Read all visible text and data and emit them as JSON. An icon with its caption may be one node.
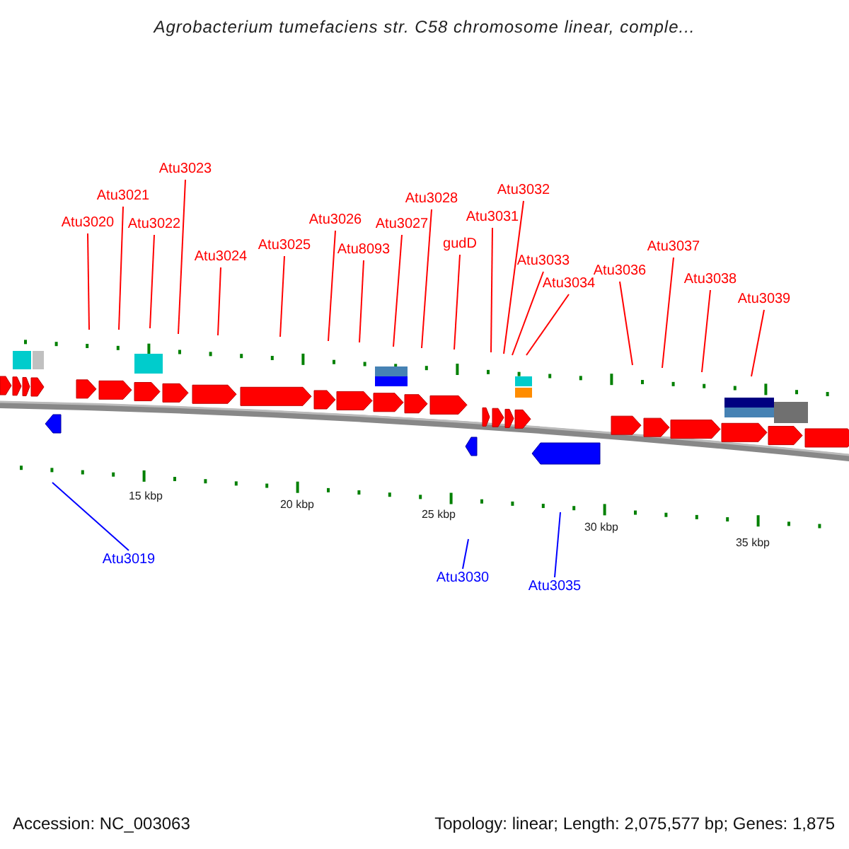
{
  "diagram": {
    "title": "Agrobacterium tumefaciens str. C58 chromosome linear, comple...",
    "nodes": [
      {
        "text": [
          "Atu3019"
        ]
      },
      {
        "text": [
          "Atu3020"
        ]
      },
      {
        "text": [
          "Atu3021"
        ]
      },
      {
        "text": [
          "Atu3022"
        ]
      },
      {
        "text": [
          "Atu3023"
        ]
      },
      {
        "text": [
          "Atu3024"
        ]
      },
      {
        "text": [
          "Atu3025"
        ]
      },
      {
        "text": [
          "Atu3026"
        ]
      },
      {
        "text": [
          "Atu8093"
        ]
      },
      {
        "text": [
          "Atu3027"
        ]
      },
      {
        "text": [
          "Atu3028"
        ]
      },
      {
        "text": [
          "gudD"
        ]
      },
      {
        "text": [
          "Atu3030"
        ]
      },
      {
        "text": [
          "Atu3031"
        ]
      },
      {
        "text": [
          "Atu3032"
        ]
      },
      {
        "text": [
          "Atu3033"
        ]
      },
      {
        "text": [
          "Atu3034"
        ]
      },
      {
        "text": [
          "Atu3035"
        ]
      },
      {
        "text": [
          "Atu3036"
        ]
      },
      {
        "text": [
          "Atu3037"
        ]
      },
      {
        "text": [
          "Atu3038"
        ]
      },
      {
        "text": [
          "Atu3039"
        ]
      }
    ],
    "edges": [
      {
        "from": 0,
        "to": null,
        "arrow": "none",
        "color": "#0000ff"
      },
      {
        "from": 1,
        "to": null,
        "arrow": "none"
      },
      {
        "from": 2,
        "to": null,
        "arrow": "none"
      },
      {
        "from": 3,
        "to": null,
        "arrow": "none"
      },
      {
        "from": 4,
        "to": null,
        "arrow": "none"
      },
      {
        "from": 5,
        "to": null,
        "arrow": "none"
      },
      {
        "from": 6,
        "to": null,
        "arrow": "none"
      },
      {
        "from": 7,
        "to": null,
        "arrow": "none"
      },
      {
        "from": 8,
        "to": null,
        "arrow": "none"
      },
      {
        "from": 9,
        "to": null,
        "arrow": "none"
      },
      {
        "from": 10,
        "to": null,
        "arrow": "none"
      },
      {
        "from": 11,
        "to": null,
        "arrow": "none"
      },
      {
        "from": 12,
        "to": null,
        "arrow": "none",
        "color": "#0000ff"
      },
      {
        "from": 13,
        "to": null,
        "arrow": "none"
      },
      {
        "from": 14,
        "to": null,
        "arrow": "none"
      },
      {
        "from": 15,
        "to": null,
        "arrow": "none"
      },
      {
        "from": 16,
        "to": null,
        "arrow": "none"
      },
      {
        "from": 17,
        "to": null,
        "arrow": "none",
        "color": "#0000ff"
      },
      {
        "from": 18,
        "to": null,
        "arrow": "none"
      },
      {
        "from": 19,
        "to": null,
        "arrow": "none"
      },
      {
        "from": 20,
        "to": null,
        "arrow": "none"
      },
      {
        "from": 21,
        "to": null,
        "arrow": "none"
      }
    ],
    "labels": [
      "15 kbp",
      "20 kbp",
      "25 kbp",
      "30 kbp",
      "35 kbp",
      "Accession: NC_003063",
      "Topology: linear; Length: 2,075,577 bp; Genes: 1,875"
    ]
  }
}
